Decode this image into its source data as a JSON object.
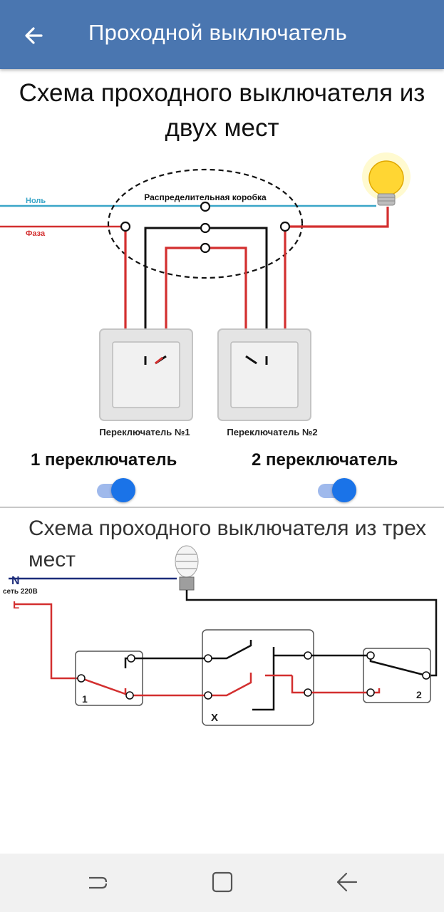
{
  "app_bar": {
    "title": "Проходной выключатель",
    "back_icon": "arrow-back-icon"
  },
  "diagram_two_places": {
    "title": "Схема проходного выключателя из двух мест",
    "labels": {
      "neutral": "Ноль",
      "phase": "Фаза",
      "junction_box": "Распределительная коробка",
      "switch1": "Переключатель №1",
      "switch2": "Переключатель №2"
    }
  },
  "toggles": [
    {
      "label": "1 переключатель",
      "checked": true
    },
    {
      "label": "2 переключатель",
      "checked": true
    }
  ],
  "diagram_three_places": {
    "title": "Схема проходного выключателя из трех мест",
    "labels": {
      "neutral": "N",
      "mains": "сеть 220В",
      "line": "L",
      "switch1": "1",
      "cross_switch": "X",
      "switch2": "2"
    }
  },
  "colors": {
    "app_bar": "#4a76b0",
    "neutral_wire": "#3aa6c8",
    "phase_wire": "#d32f2f",
    "return_wire": "#111111",
    "toggle_on": "#1a73e8"
  },
  "nav_bar": {
    "recents_icon": "recents-icon",
    "home_icon": "home-icon",
    "back_icon": "nav-back-icon"
  }
}
